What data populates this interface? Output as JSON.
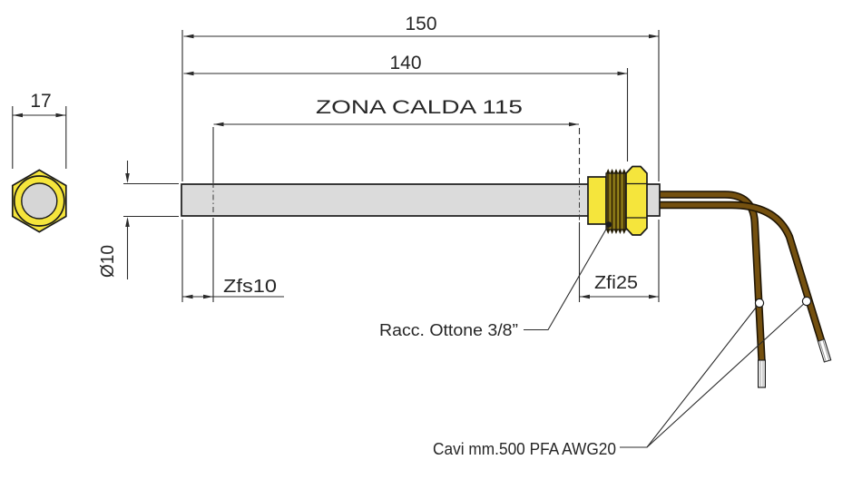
{
  "drawing": {
    "type": "technical-drawing",
    "subject": "cartridge heater with brass fitting and cables",
    "dimensions": {
      "overall_length": "150",
      "body_length": "140",
      "hot_zone": "ZONA CALDA 115",
      "hex_across_flats": "17",
      "diameter": "Ø10",
      "cold_zone_tip": "Zfs10",
      "cold_zone_flange": "Zfi25"
    },
    "labels": {
      "fitting": "Racc. Ottone 3/8”",
      "cables": "Cavi mm.500 PFA AWG20"
    },
    "colors": {
      "brass_yellow": "#f5e53c",
      "sheath_gray": "#dbdbdb",
      "inner_gray": "#d6d6d6",
      "wire_brown": "#74500f",
      "thread_dark": "#4a3a08",
      "thread_light": "#a08e1c",
      "teeth_dark": "#241c04",
      "line_color": "#2b2b2b"
    }
  }
}
